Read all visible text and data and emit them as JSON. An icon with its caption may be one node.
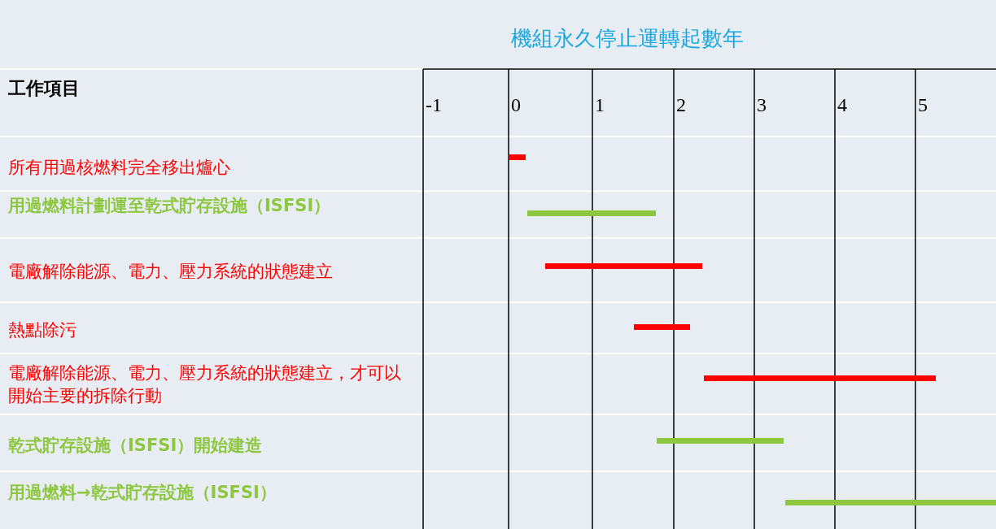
{
  "diagram": {
    "labels": [
      "機組永久停止運轉起數年",
      "工作項目",
      "-1",
      "0",
      "1",
      "2",
      "3",
      "4",
      "5",
      "所有用過核燃料完全移出爐心",
      "用過燃料計劃運至乾式貯存設施（ISFSI）",
      "電廠解除能源、電力、壓力系統的狀態建立",
      "熱點除污",
      "電廠解除能源、電力、壓力系統的狀態建立，才可以開始主要的拆除行動",
      "乾式貯存設施（ISFSI）開始建造",
      "用過燃料→乾式貯存設施（ISFSI）"
    ]
  }
}
